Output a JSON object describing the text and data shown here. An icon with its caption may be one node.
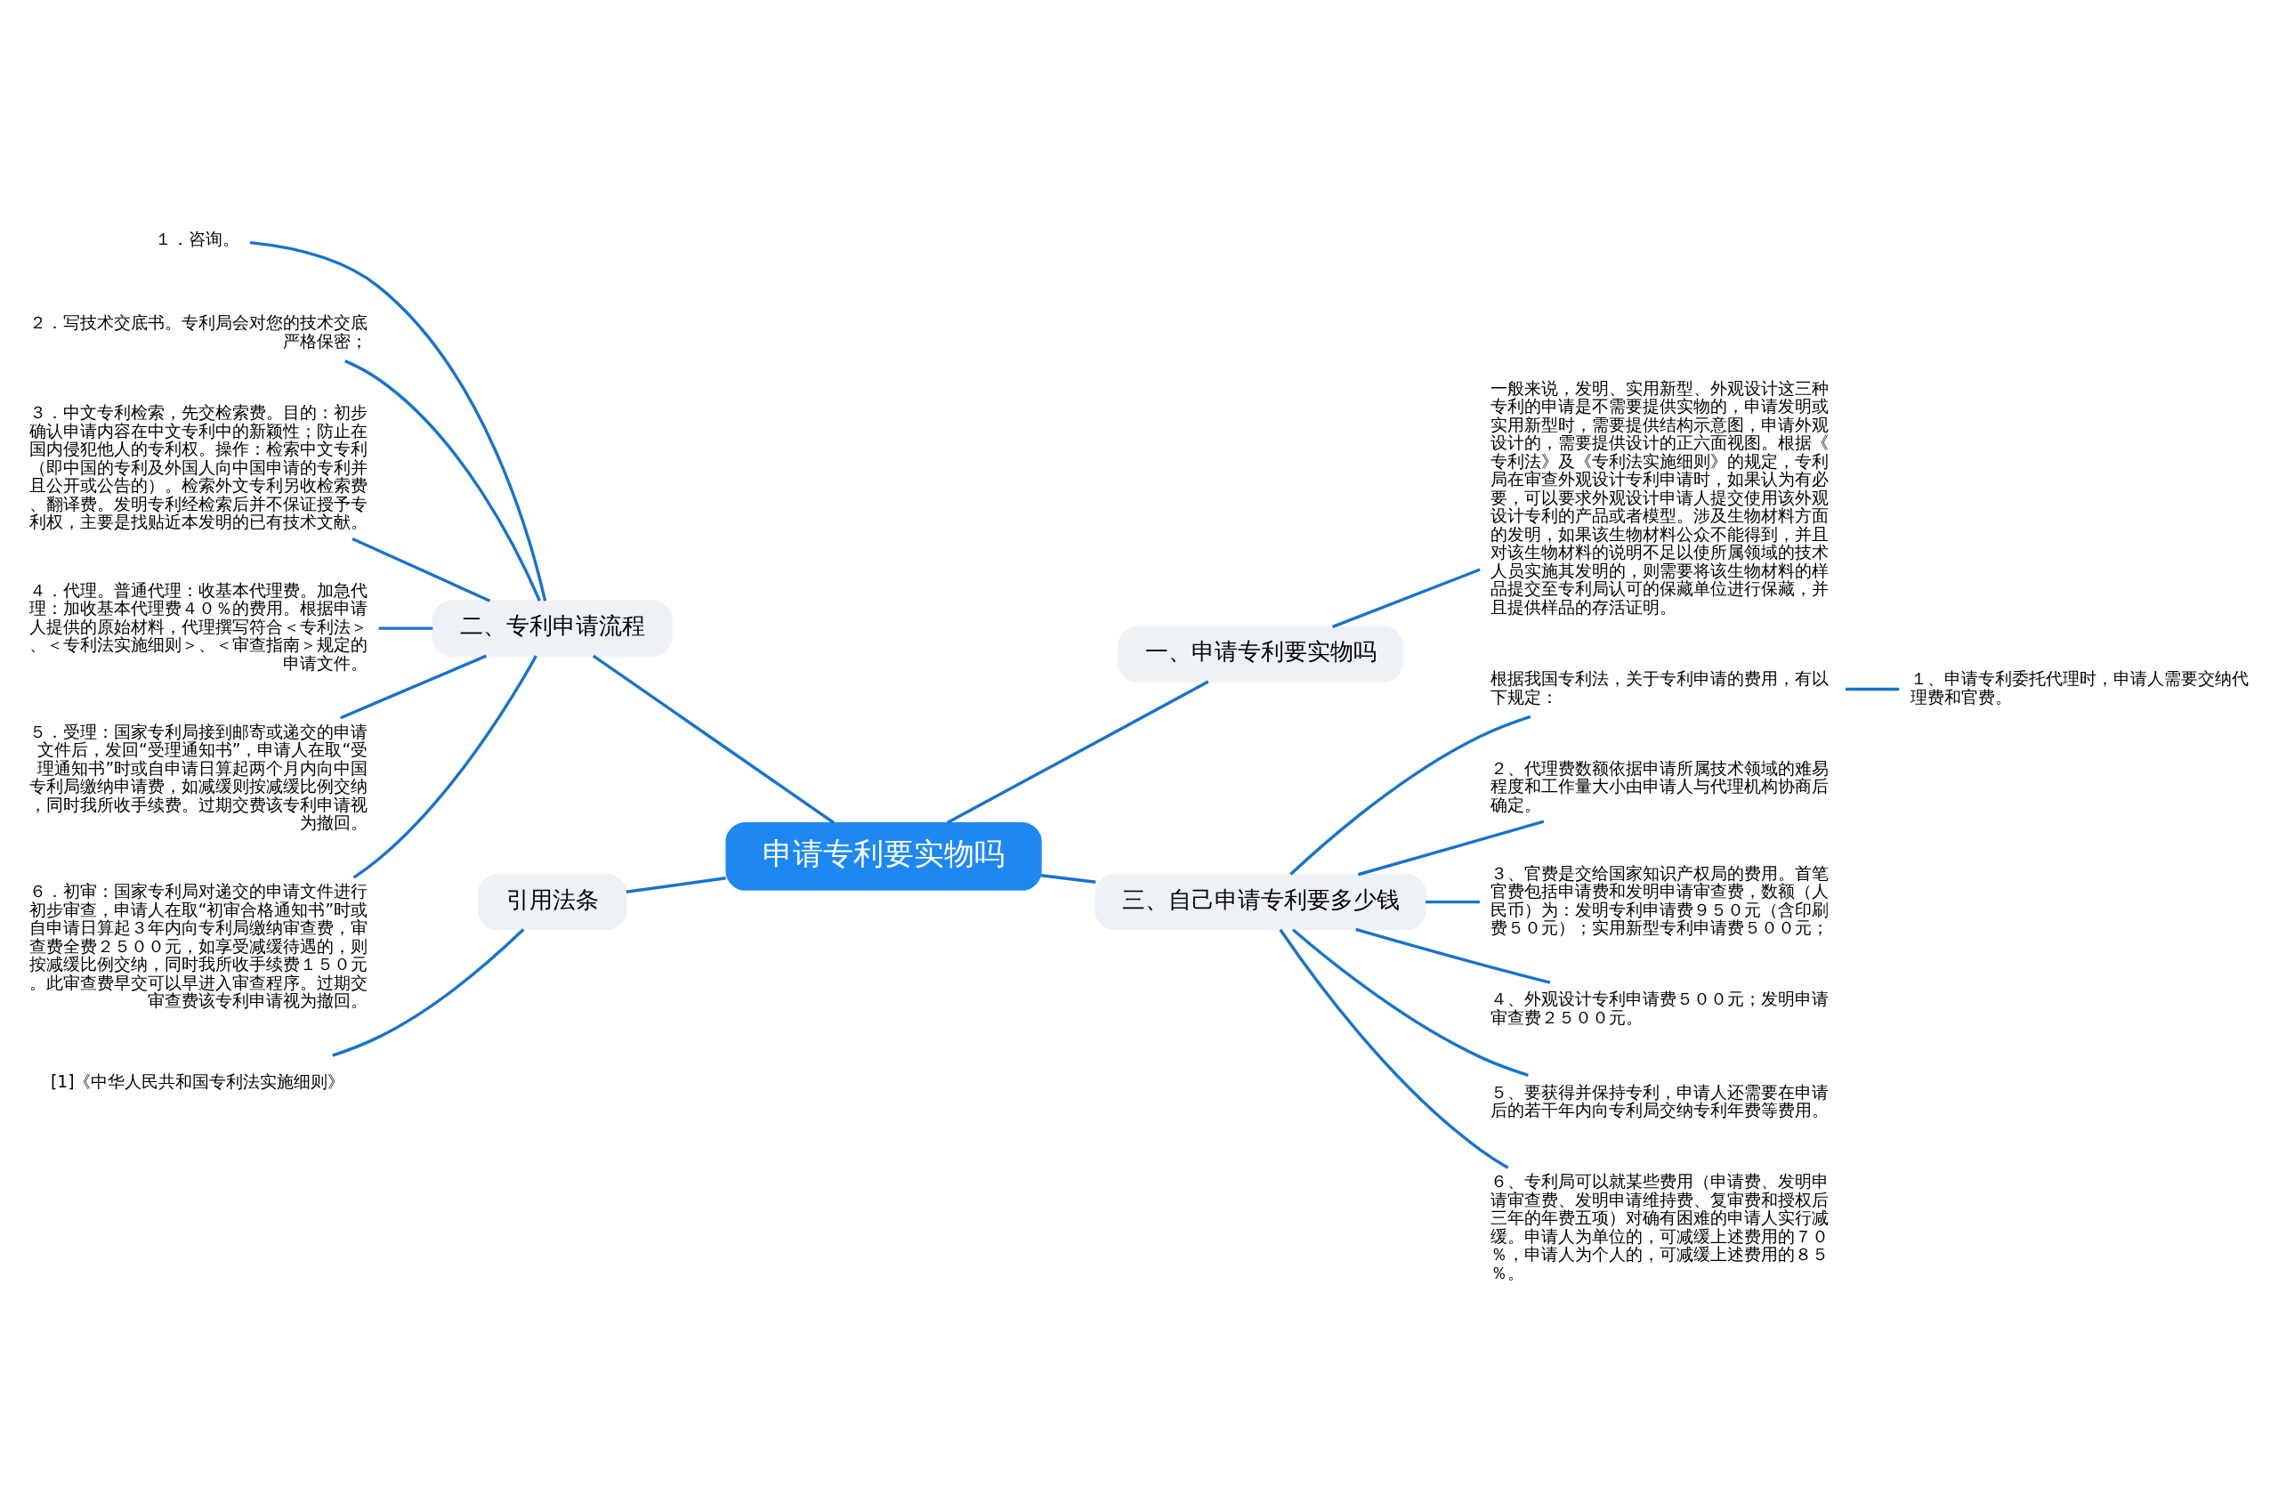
{
  "diagram": {
    "nodes": [
      {
        "text": [
          "申请专利要实物吗"
        ]
      },
      {
        "text": [
          "一、申请专利要实物吗"
        ]
      },
      {
        "text": [
          "一般来说，发明、实用新型、外观设计这三种专利的申请是不需要提供实物的，申请发明或实用新型时，需要提供结构示意图，申请外观设计的，需要提供设计的正六面视图。根据《专利法》及《专利法实施细则》的规定，专利局在审查外观设计专利申请时，如果认为有必要，可以要求外观设计申请人提交使用该外观设计专利的产品或者模型。涉及生物材料方面的发明，如果该生物材料公众不能得到，并且对该生物材料的说明不足以使所属领域的技术人员实施其发明的，则需要将该生物材料的样品提交至专利局认可的保藏单位进行保藏，并且提供样品的存活证明。"
        ]
      },
      {
        "text": [
          "三、自己申请专利要多少钱"
        ]
      },
      {
        "text": [
          "根据我国专利法，关于专利申请的费用，有以下规定："
        ]
      },
      {
        "text": [
          "１、申请专利委托代理时，申请人需要交纳代理费和官费。"
        ]
      },
      {
        "text": [
          "２、代理费数额依据申请所属技术领域的难易程度和工作量大小由申请人与代理机构协商后确定。"
        ]
      },
      {
        "text": [
          "３、官费是交给国家知识产权局的费用。首笔官费包括申请费和发明申请审查费，数额（人民币）为：发明专利申请费９５０元（含印刷费５０元）；实用新型专利申请费５００元；"
        ]
      },
      {
        "text": [
          "４、外观设计专利申请费５００元；发明申请审查费２５００元。"
        ]
      },
      {
        "text": [
          "５、要获得并保持专利，申请人还需要在申请后的若干年内向专利局交纳专利年费等费用。"
        ]
      },
      {
        "text": [
          "６、专利局可以就某些费用（申请费、发明申请审查费、发明申请维持费、复审费和授权后三年的年费五项）对确有困难的申请人实行减缓。申请人为单位的，可减缓上述费用的７０％，申请人为个人的，可减缓上述费用的８５％。"
        ]
      },
      {
        "text": [
          "二、专利申请流程"
        ]
      },
      {
        "text": [
          "１．咨询。"
        ]
      },
      {
        "text": [
          "２．写技术交底书。专利局会对您的技术交底严格保密；"
        ]
      },
      {
        "text": [
          "３．中文专利检索，先交检索费。目的：初步确认申请内容在中文专利中的新颖性；防止在国内侵犯他人的专利权。操作：检索中文专利（即中国的专利及外国人向中国申请的专利并且公开或公告的）。检索外文专利另收检索费、翻译费。发明专利经检索后并不保证授予专利权，主要是找贴近本发明的已有技术文献。"
        ]
      },
      {
        "text": [
          "４．代理。普通代理：收基本代理费。加急代理：加收基本代理费４０％的费用。根据申请人提供的原始材料，代理撰写符合＜专利法＞、＜专利法实施细则＞、＜审查指南＞规定的申请文件。"
        ]
      },
      {
        "text": [
          "５．受理：国家专利局接到邮寄或递交的申请文件后，发回“受理通知书”，申请人在取“受理通知书”时或自申请日算起两个月内向中国专利局缴纳申请费，如减缓则按减缓比例交纳，同时我所收手续费。过期交费该专利申请视为撤回。"
        ]
      },
      {
        "text": [
          "６．初审：国家专利局对递交的申请文件进行初步审查，申请人在取“初审合格通知书”时或自申请日算起３年内向专利局缴纳审查费，审查费全费２５００元，如享受减缓待遇的，则按减缓比例交纳，同时我所收手续费１５０元。此审查费早交可以早进入审查程序。过期交审查费该专利申请视为撤回。"
        ]
      },
      {
        "text": [
          "引用法条"
        ]
      },
      {
        "text": [
          "[1]《中华人民共和国专利法实施细则》"
        ]
      }
    ],
    "edges": [
      {
        "from": 0,
        "to": 1,
        "arrow": "none"
      },
      {
        "from": 1,
        "to": 2,
        "arrow": "none"
      },
      {
        "from": 0,
        "to": 3,
        "arrow": "none"
      },
      {
        "from": 3,
        "to": 4,
        "arrow": "none"
      },
      {
        "from": 4,
        "to": 5,
        "arrow": "none"
      },
      {
        "from": 3,
        "to": 6,
        "arrow": "none"
      },
      {
        "from": 3,
        "to": 7,
        "arrow": "none"
      },
      {
        "from": 3,
        "to": 8,
        "arrow": "none"
      },
      {
        "from": 3,
        "to": 9,
        "arrow": "none"
      },
      {
        "from": 3,
        "to": 10,
        "arrow": "none"
      },
      {
        "from": 0,
        "to": 11,
        "arrow": "none"
      },
      {
        "from": 11,
        "to": 12,
        "arrow": "none"
      },
      {
        "from": 11,
        "to": 13,
        "arrow": "none"
      },
      {
        "from": 11,
        "to": 14,
        "arrow": "none"
      },
      {
        "from": 11,
        "to": 15,
        "arrow": "none"
      },
      {
        "from": 11,
        "to": 16,
        "arrow": "none"
      },
      {
        "from": 11,
        "to": 17,
        "arrow": "none"
      },
      {
        "from": 0,
        "to": 18,
        "arrow": "none"
      },
      {
        "from": 18,
        "to": 19,
        "arrow": "none"
      }
    ]
  }
}
